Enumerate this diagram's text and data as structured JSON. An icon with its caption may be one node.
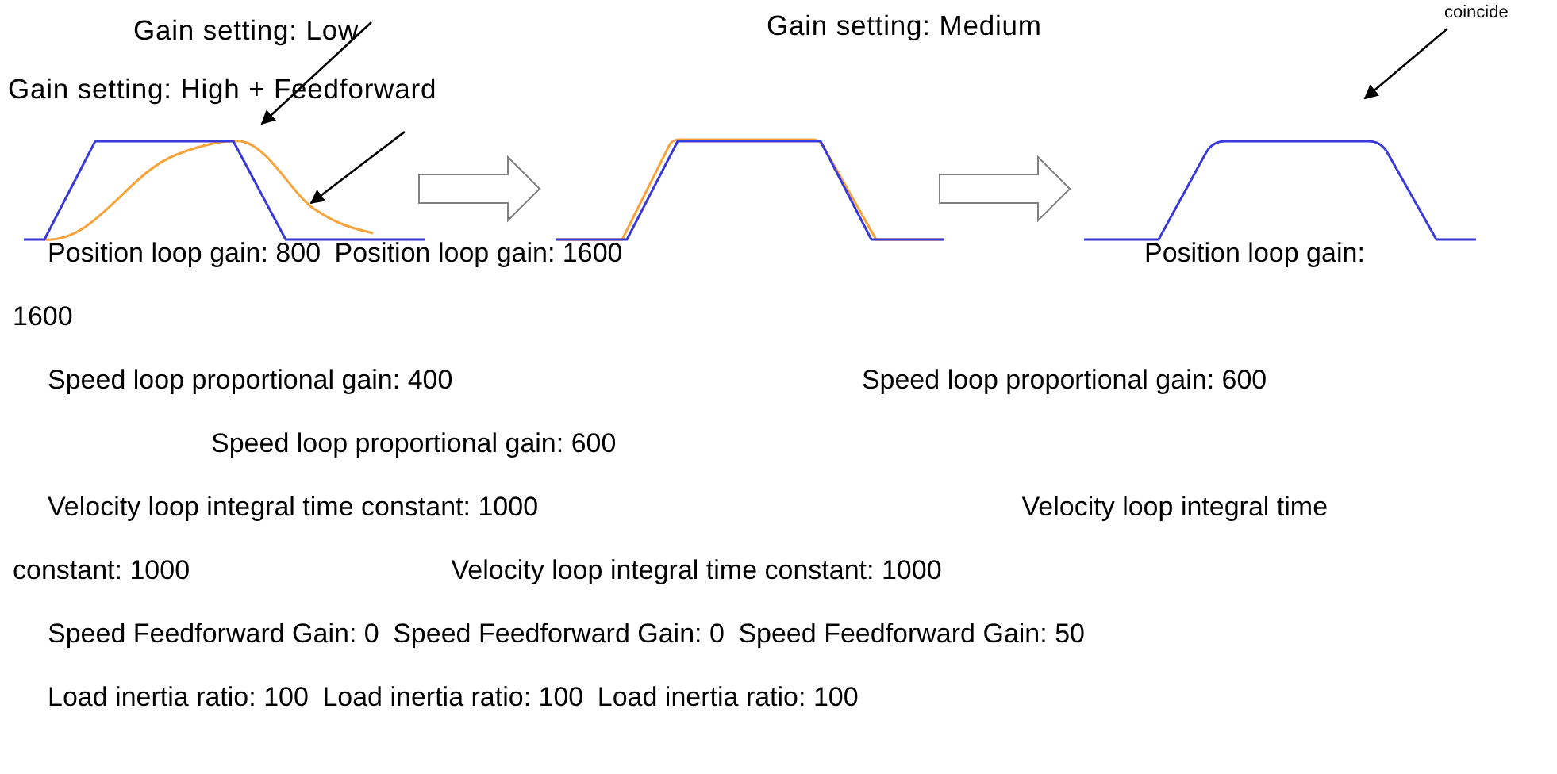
{
  "diagram": {
    "nodes": [
      {
        "text": [
          "Gain setting: Low"
        ]
      },
      {
        "text": [
          "coincide"
        ]
      },
      {
        "text": [],
        "shape": "picture"
      },
      {
        "text": [],
        "shape": "picture"
      },
      {
        "text": [],
        "shape": "picture"
      }
    ],
    "edges": [
      {
        "from": 0,
        "to": 2,
        "arrow": "to"
      },
      {
        "from": null,
        "to": 2,
        "arrow": "to"
      },
      {
        "from": 1,
        "to": 4,
        "arrow": "to"
      },
      {
        "from": 2,
        "to": 3,
        "arrow": "to",
        "style": "thick"
      },
      {
        "from": 3,
        "to": 4,
        "arrow": "to",
        "style": "thick"
      }
    ],
    "labels": [
      "Gain setting: Medium",
      "Gain setting: High + Feedforward",
      "Position loop gain: 800",
      "Position loop gain: 1600",
      "Position loop gain: 1600",
      "Speed loop proportional gain: 400",
      "Speed loop proportional gain: 600",
      "Speed loop proportional gain: 600",
      "Velocity loop integral time constant: 1000",
      "Velocity loop integral time constant: 1000",
      "Velocity loop integral time constant: 1000",
      "Speed Feedforward Gain: 0",
      "Speed Feedforward Gain: 0",
      "Speed Feedforward Gain: 50",
      "Load inertia ratio: 100",
      "Load inertia ratio: 100",
      "Load inertia ratio: 100"
    ]
  }
}
